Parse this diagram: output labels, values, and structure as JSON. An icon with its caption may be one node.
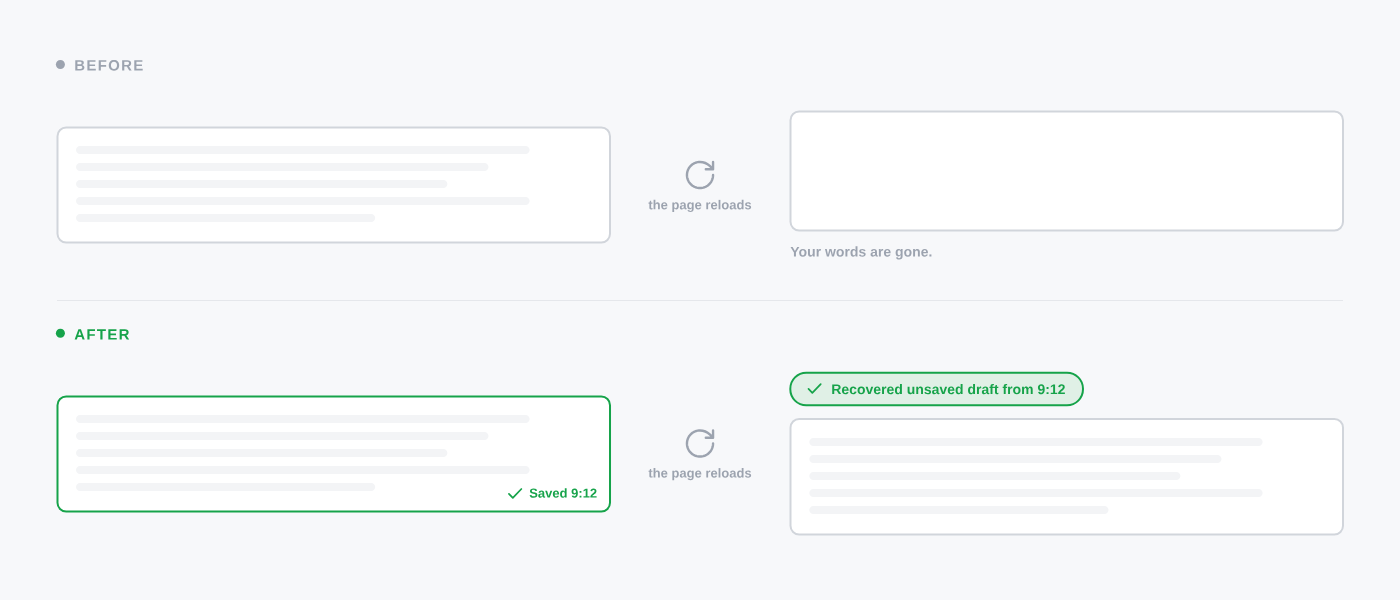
{
  "diagram": {
    "nodes": [
      {
        "text": [],
        "shape": "box"
      },
      {
        "text": [],
        "shape": "box",
        "beside": [
          "Your words are gone."
        ]
      },
      {
        "text": [
          "Saved 9:12"
        ]
      },
      {
        "text": [
          "Recovered unsaved draft from 9:12"
        ]
      },
      {
        "text": [],
        "shape": "box"
      }
    ],
    "labels": [
      "BEFORE",
      "the page reloads",
      "AFTER",
      "the page reloads"
    ]
  }
}
